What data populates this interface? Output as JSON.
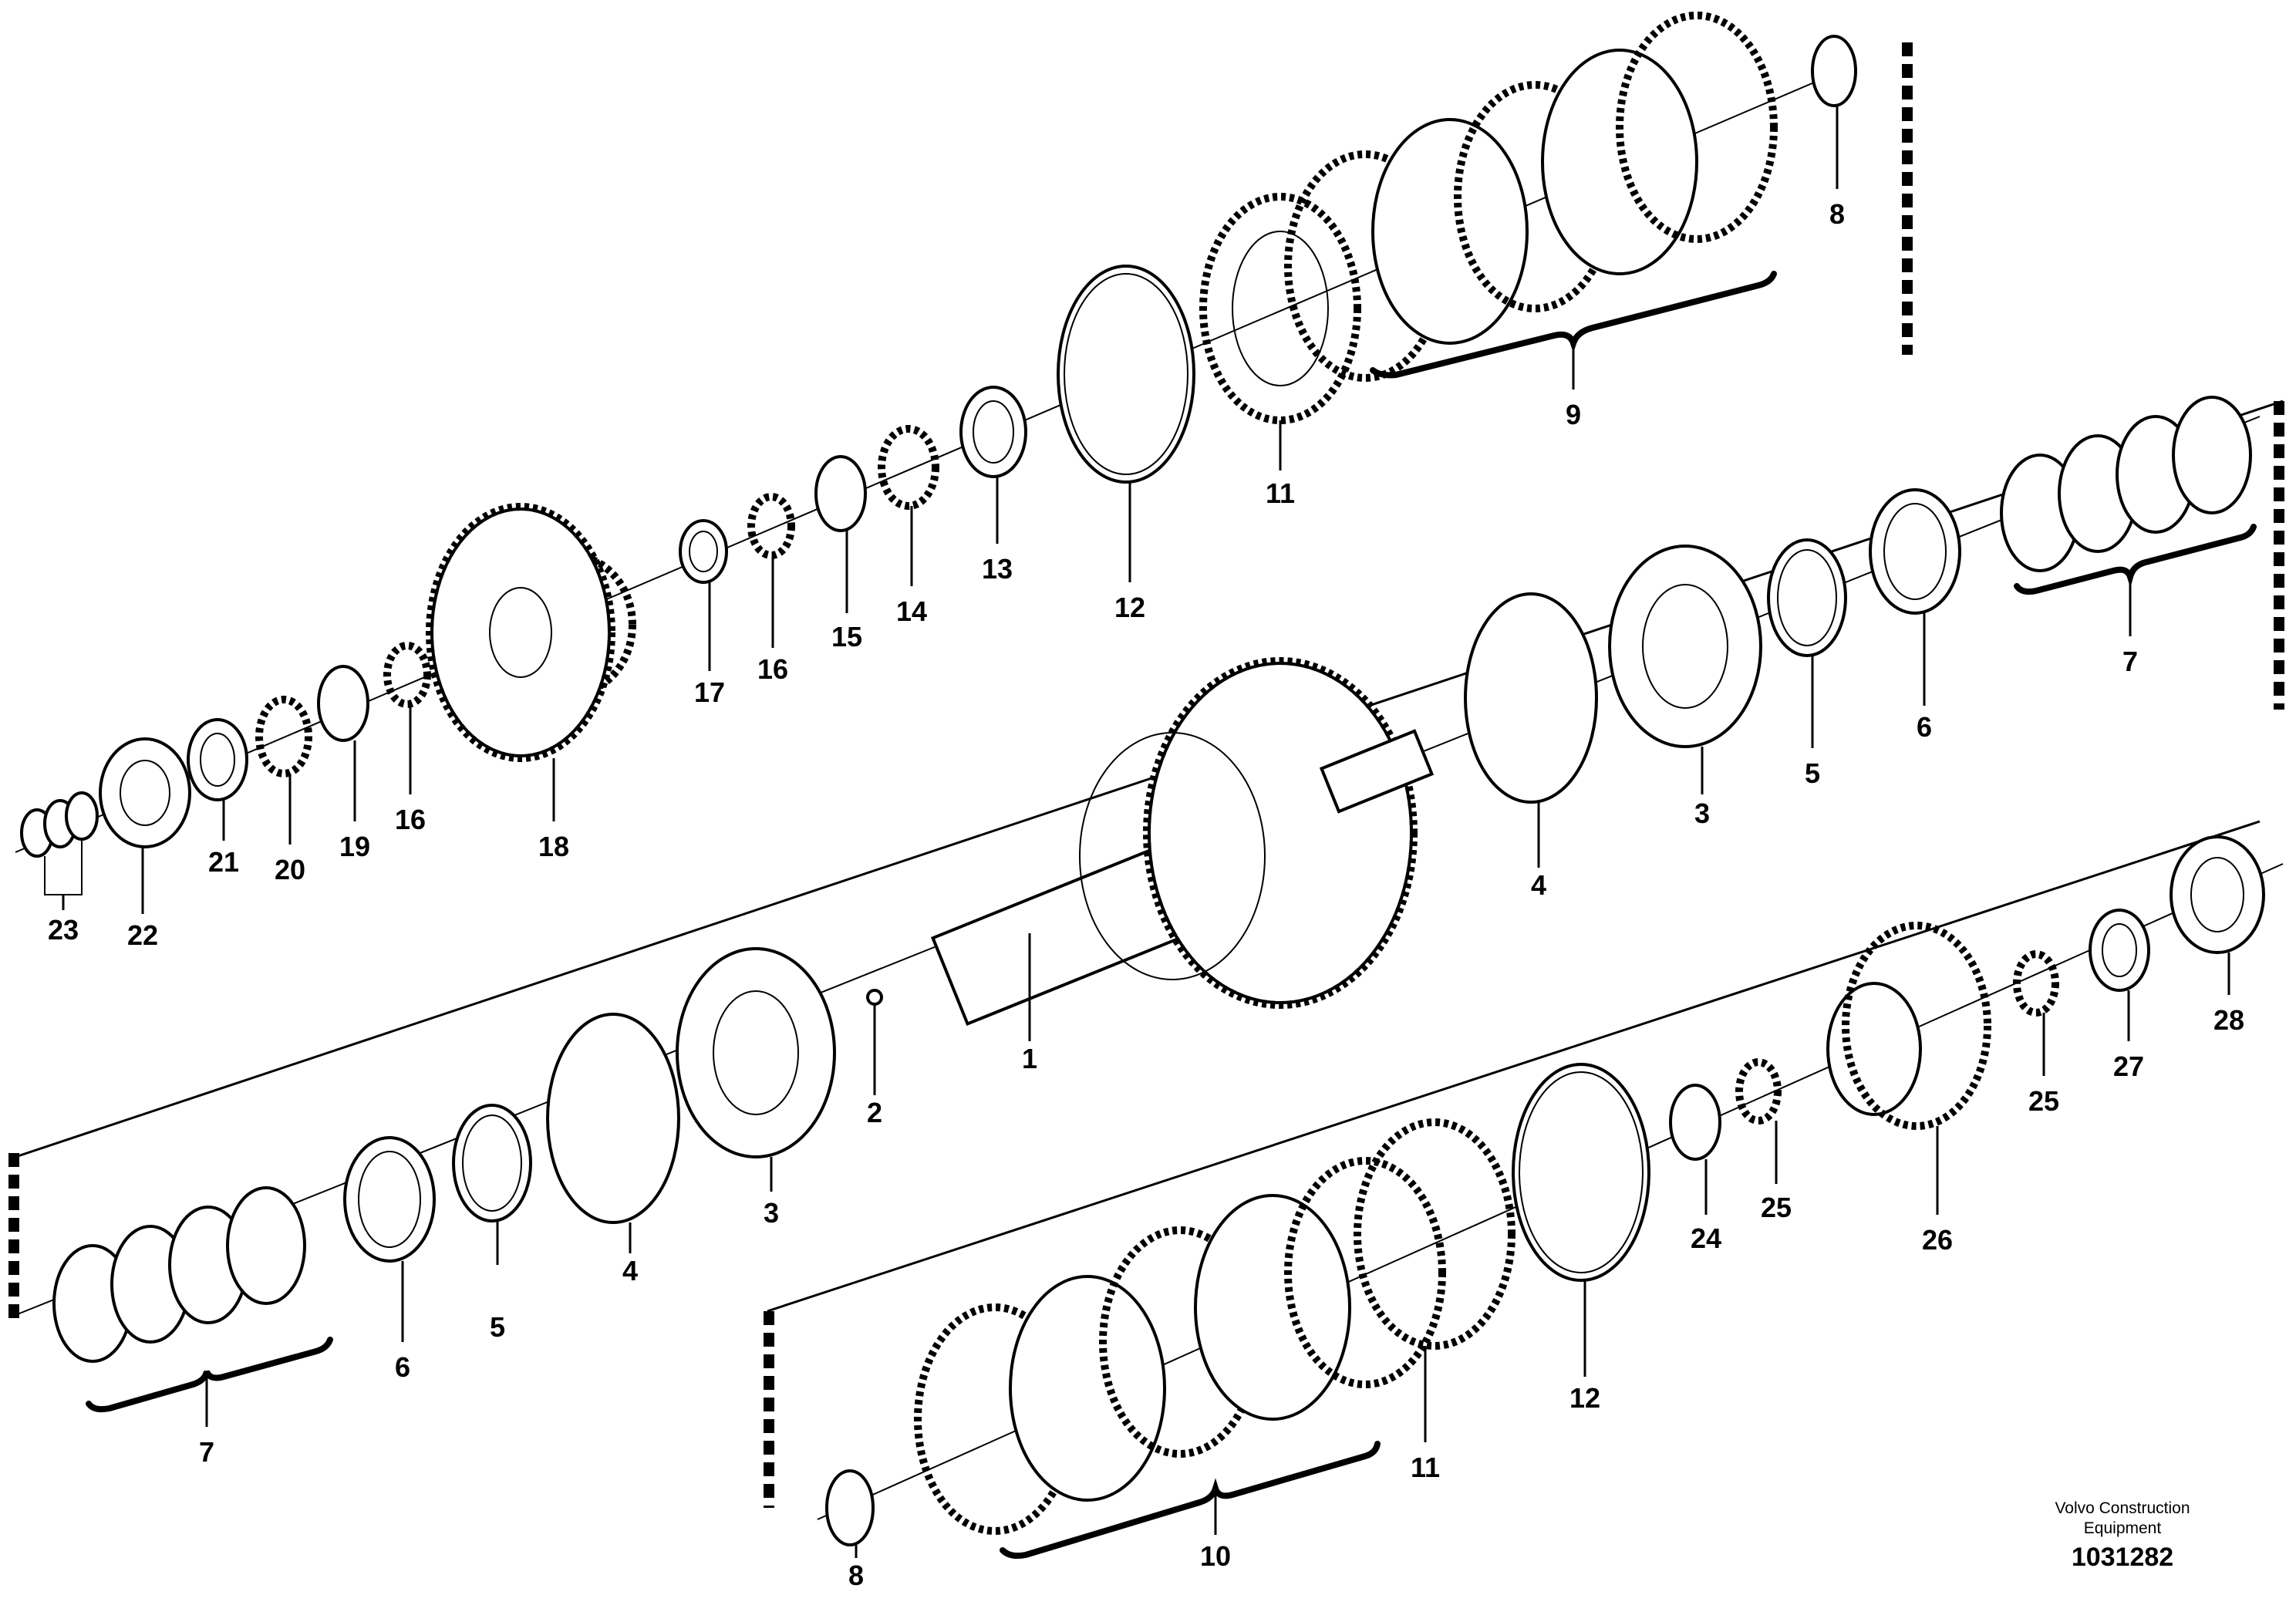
{
  "callouts": [
    {
      "id": "c1",
      "text": "1"
    },
    {
      "id": "c2",
      "text": "2"
    },
    {
      "id": "c3a",
      "text": "3"
    },
    {
      "id": "c3b",
      "text": "3"
    },
    {
      "id": "c4a",
      "text": "4"
    },
    {
      "id": "c4b",
      "text": "4"
    },
    {
      "id": "c5a",
      "text": "5"
    },
    {
      "id": "c5b",
      "text": "5"
    },
    {
      "id": "c6a",
      "text": "6"
    },
    {
      "id": "c6b",
      "text": "6"
    },
    {
      "id": "c7a",
      "text": "7"
    },
    {
      "id": "c7b",
      "text": "7"
    },
    {
      "id": "c8a",
      "text": "8"
    },
    {
      "id": "c8b",
      "text": "8"
    },
    {
      "id": "c9",
      "text": "9"
    },
    {
      "id": "c10",
      "text": "10"
    },
    {
      "id": "c11a",
      "text": "11"
    },
    {
      "id": "c11b",
      "text": "11"
    },
    {
      "id": "c12a",
      "text": "12"
    },
    {
      "id": "c12b",
      "text": "12"
    },
    {
      "id": "c13",
      "text": "13"
    },
    {
      "id": "c14",
      "text": "14"
    },
    {
      "id": "c15",
      "text": "15"
    },
    {
      "id": "c16a",
      "text": "16"
    },
    {
      "id": "c16b",
      "text": "16"
    },
    {
      "id": "c17",
      "text": "17"
    },
    {
      "id": "c18",
      "text": "18"
    },
    {
      "id": "c19",
      "text": "19"
    },
    {
      "id": "c20",
      "text": "20"
    },
    {
      "id": "c21",
      "text": "21"
    },
    {
      "id": "c22",
      "text": "22"
    },
    {
      "id": "c23",
      "text": "23"
    },
    {
      "id": "c24",
      "text": "24"
    },
    {
      "id": "c25a",
      "text": "25"
    },
    {
      "id": "c25b",
      "text": "25"
    },
    {
      "id": "c26",
      "text": "26"
    },
    {
      "id": "c27",
      "text": "27"
    },
    {
      "id": "c28",
      "text": "28"
    }
  ],
  "footer": {
    "brand_line1": "Volvo Construction",
    "brand_line2": "Equipment",
    "doc_number": "1031282"
  }
}
